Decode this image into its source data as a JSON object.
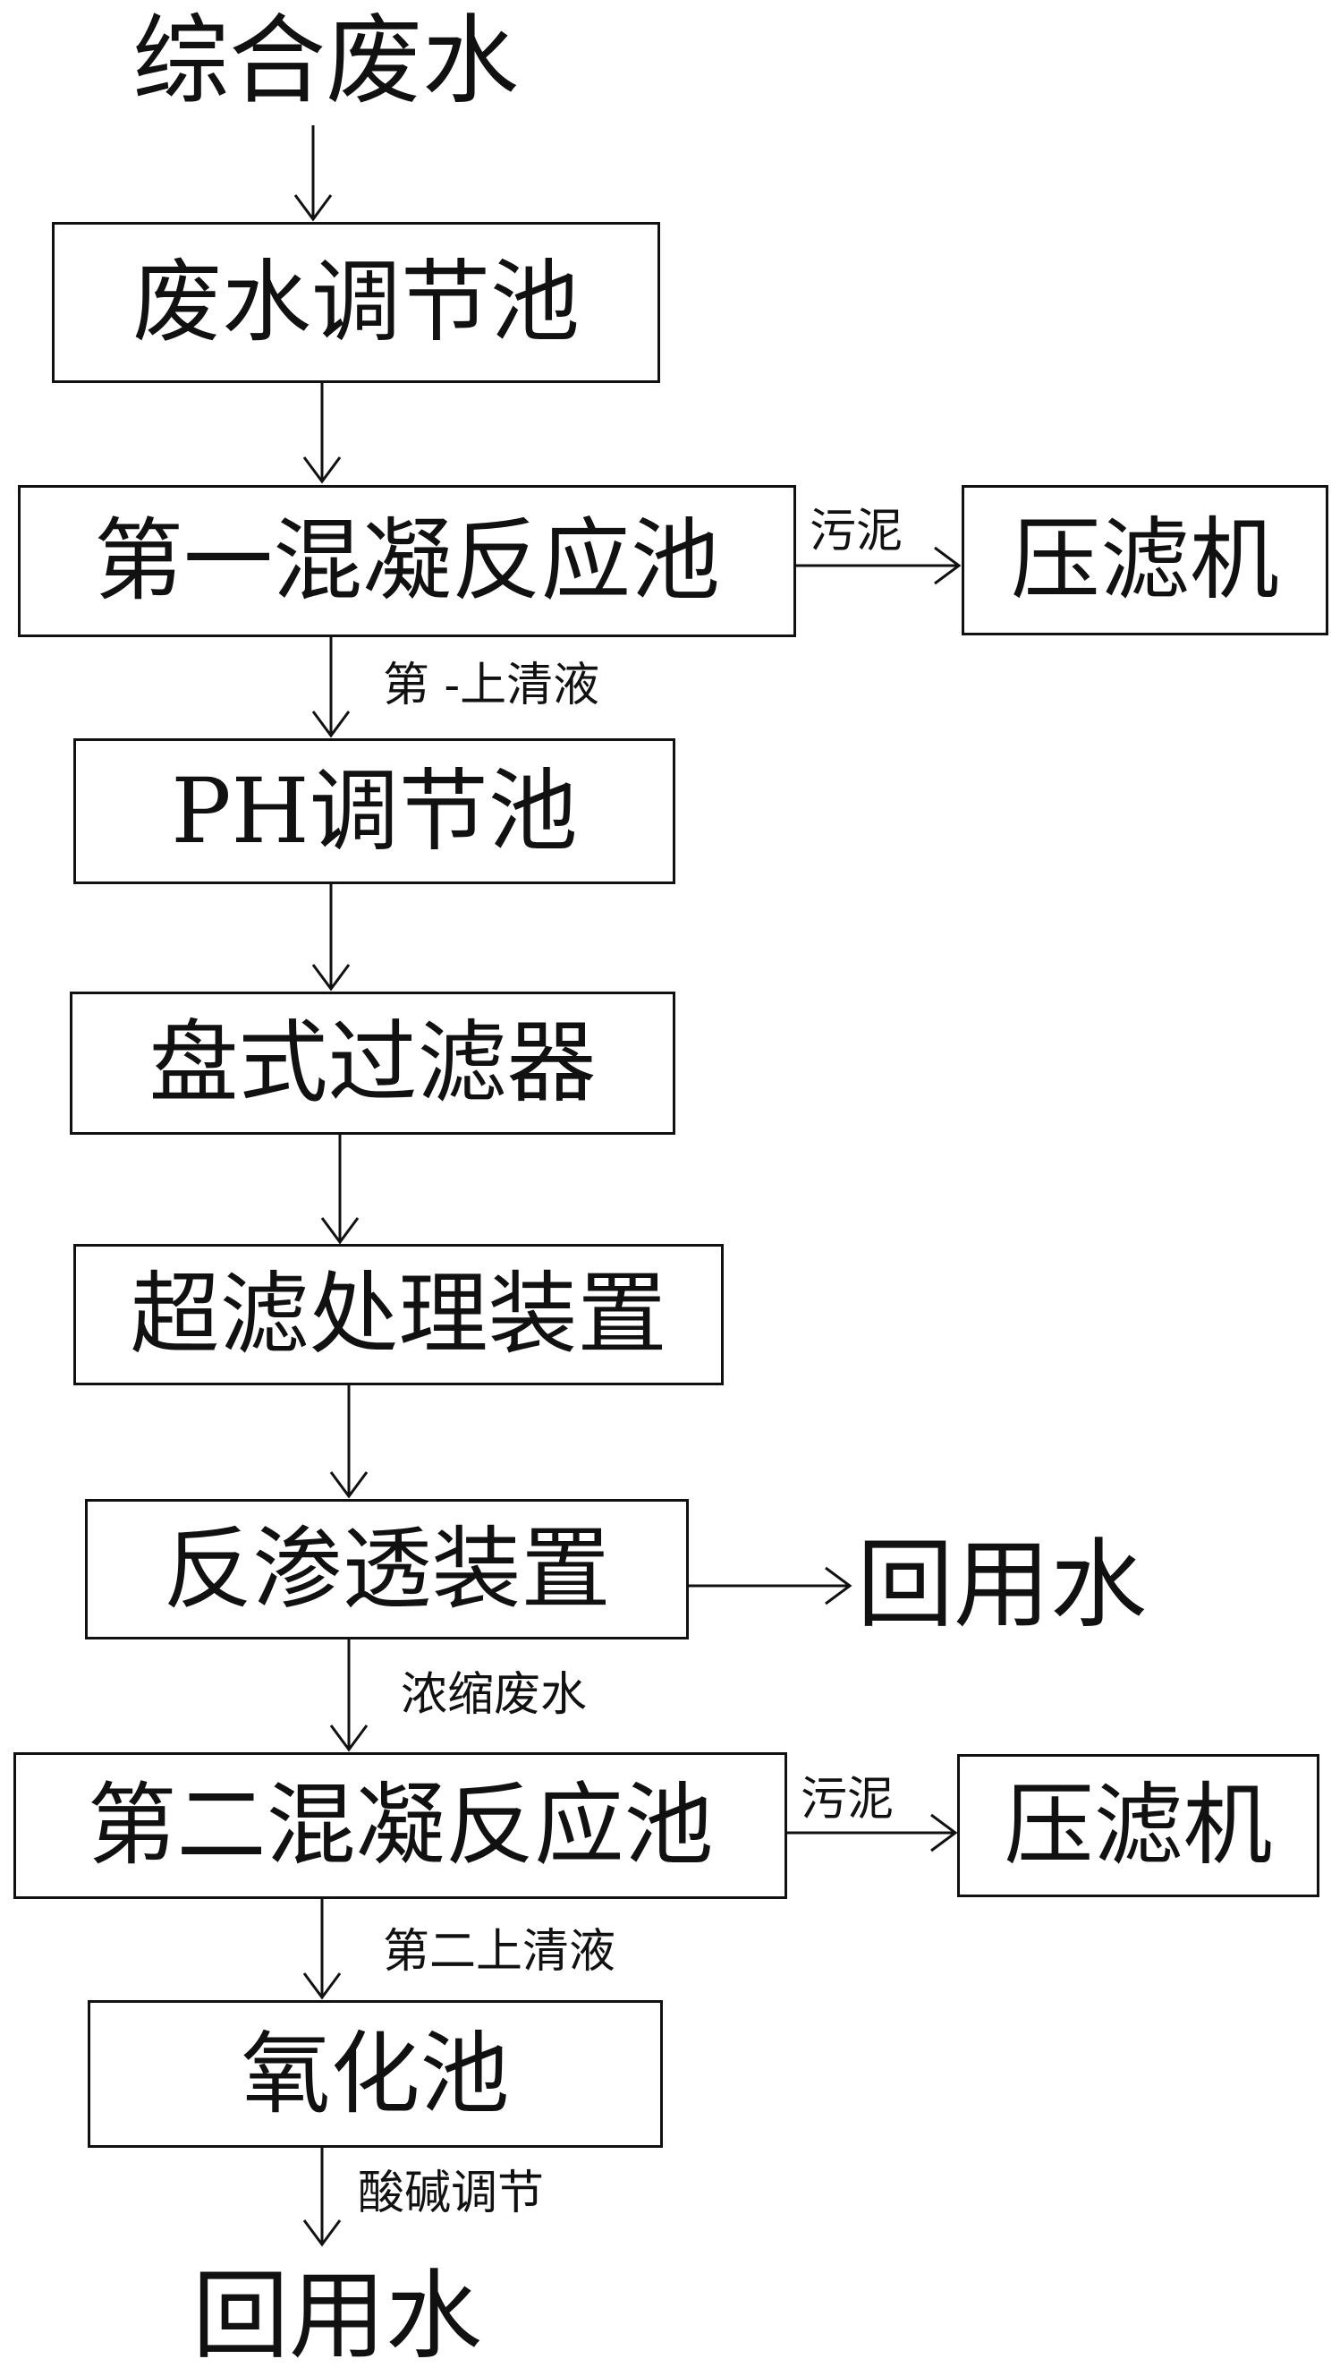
{
  "input_label": "综合废水",
  "nodes": {
    "waste_adjust": "废水调节池",
    "coag1": "第一混凝反应池",
    "press1": "压滤机",
    "ph_adjust": "PH调节池",
    "disc_filter": "盘式过滤器",
    "uf": "超滤处理装置",
    "ro": "反渗透装置",
    "reuse1": "回用水",
    "coag2": "第二混凝反应池",
    "press2": "压滤机",
    "oxidation": "氧化池",
    "reuse_final": "回用水"
  },
  "edge_labels": {
    "sludge1": "污泥",
    "supernatant1": "第 -上清液",
    "concentrate": "浓缩废水",
    "sludge2": "污泥",
    "supernatant2": "第二上清液",
    "acid_base": "酸碱调节"
  }
}
